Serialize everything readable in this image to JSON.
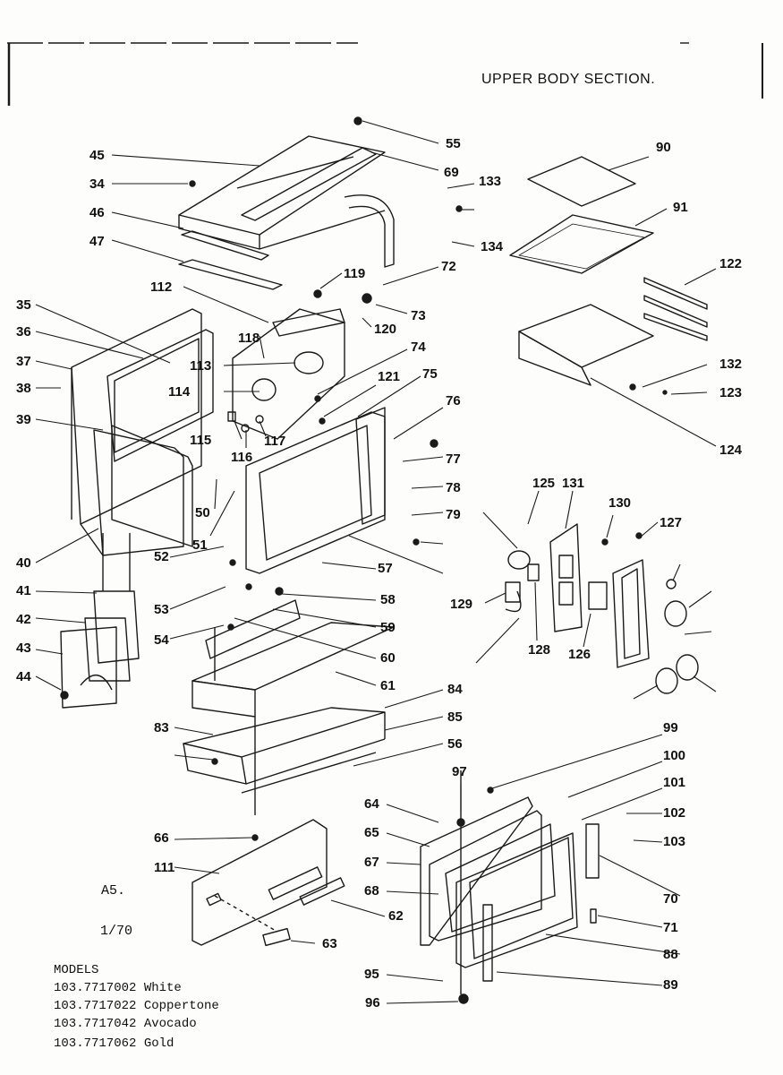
{
  "title": "UPPER BODY SECTION.",
  "ref_code": "A5.",
  "date_code": "1/70",
  "models": {
    "heading": "MODELS",
    "items": [
      "103.7717002 White",
      "103.7717022 Coppertone",
      "103.7717042 Avocado",
      "103.7717062 Gold"
    ]
  },
  "callouts": [
    "45",
    "34",
    "46",
    "47",
    "112",
    "35",
    "36",
    "37",
    "38",
    "39",
    "40",
    "41",
    "42",
    "43",
    "44",
    "55",
    "69",
    "133",
    "134",
    "72",
    "119",
    "73",
    "120",
    "74",
    "121",
    "75",
    "76",
    "77",
    "78",
    "79",
    "57",
    "58",
    "59",
    "60",
    "61",
    "118",
    "113",
    "114",
    "115",
    "116",
    "117",
    "50",
    "51",
    "52",
    "53",
    "54",
    "83",
    "84",
    "85",
    "56",
    "66",
    "111",
    "62",
    "63",
    "64",
    "65",
    "67",
    "68",
    "95",
    "96",
    "97",
    "99",
    "100",
    "101",
    "102",
    "103",
    "70",
    "71",
    "88",
    "89",
    "90",
    "91",
    "122",
    "132",
    "123",
    "124",
    "125",
    "131",
    "130",
    "129",
    "128",
    "126",
    "127"
  ]
}
